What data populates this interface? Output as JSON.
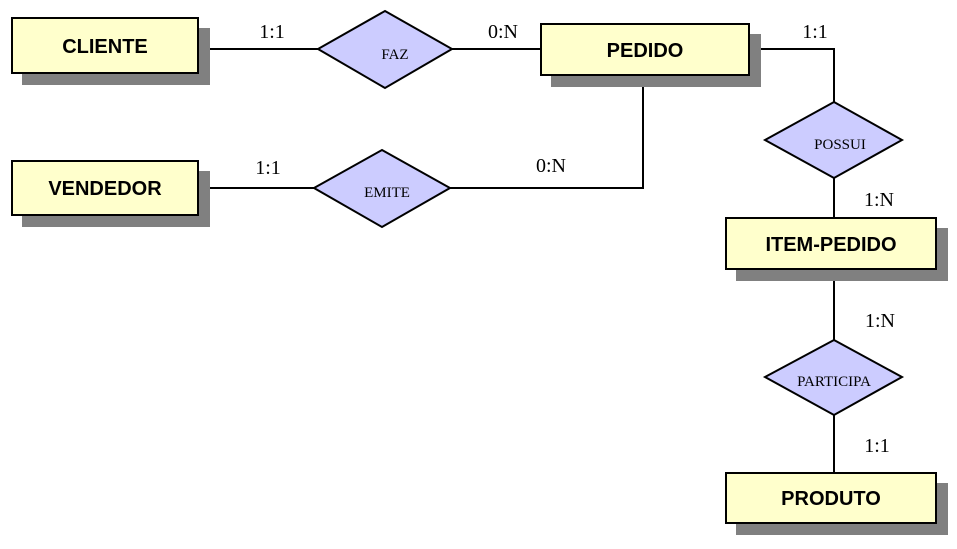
{
  "entities": {
    "cliente": "CLIENTE",
    "vendedor": "VENDEDOR",
    "pedido": "PEDIDO",
    "item_pedido": "ITEM-PEDIDO",
    "produto": "PRODUTO"
  },
  "relationships": {
    "faz": "FAZ",
    "emite": "EMITE",
    "possui": "POSSUI",
    "participa": "PARTICIPA"
  },
  "cardinalities": {
    "cliente_faz": "1:1",
    "faz_pedido": "0:N",
    "vendedor_emite": "1:1",
    "emite_pedido": "0:N",
    "pedido_possui": "1:1",
    "possui_item": "1:N",
    "item_participa": "1:N",
    "participa_produto": "1:1"
  },
  "colors": {
    "entity_fill": "#ffffcc",
    "entity_shadow": "#808080",
    "relationship_fill": "#ccccff",
    "stroke": "#000000"
  }
}
